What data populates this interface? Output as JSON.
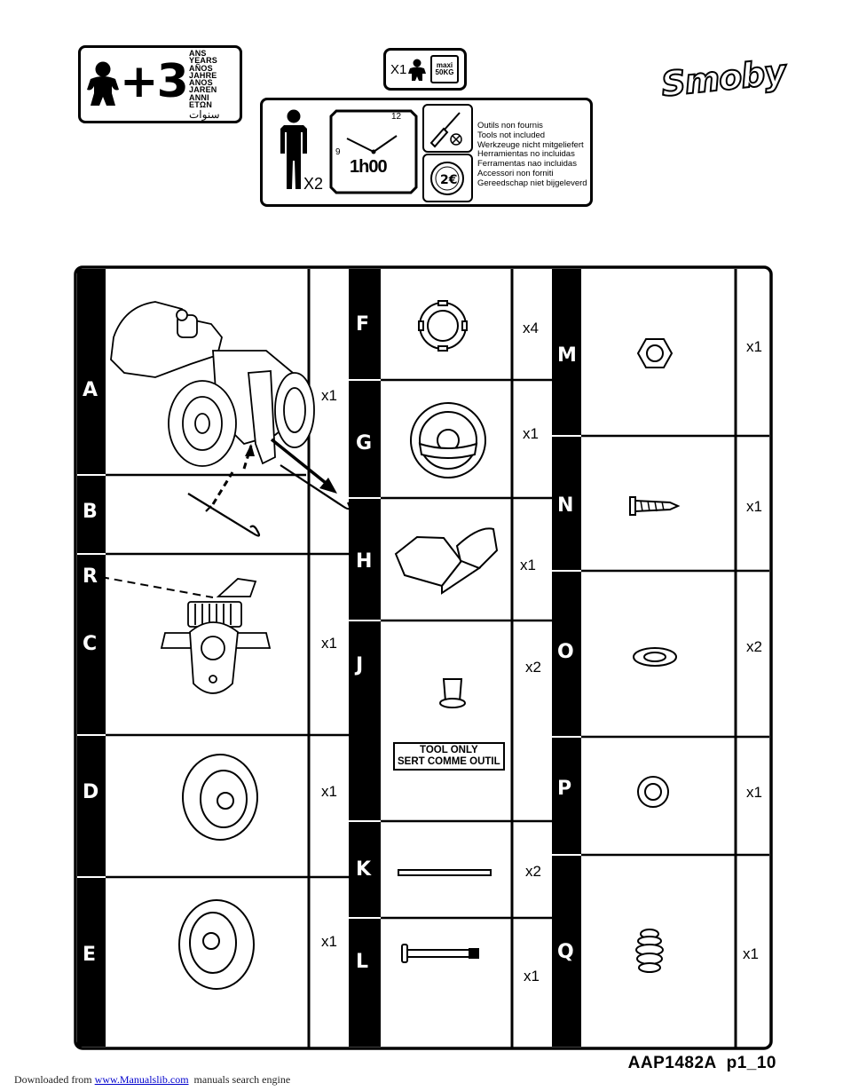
{
  "age_badge": {
    "age": "+3",
    "languages": [
      "ANS",
      "YEARS",
      "AÑOS",
      "JAHRE",
      "ANOS",
      "JAREN",
      "ANNI",
      "ETΩN",
      "سنوات"
    ]
  },
  "adult_badge": {
    "count": "X1",
    "max_weight": "maxi\n50KG"
  },
  "assembly": {
    "people_count": "X2",
    "time": "1h00",
    "clock_12": "12",
    "clock_9": "9",
    "tools_not_included": [
      "Outils non  fournis",
      "Tools not included",
      "Werkzeuge nicht mitgeliefert",
      "Herramientas no incluidas",
      "Ferramentas nao incluidas",
      "Accessori non forniti",
      "Gereedschap niet bijgeleverd"
    ]
  },
  "brand": {
    "logo_text": "Smoby"
  },
  "parts": {
    "col1": [
      {
        "letter": "A",
        "qty": "x1"
      },
      {
        "letter": "B",
        "qty": ""
      },
      {
        "letter": "R",
        "qty": ""
      },
      {
        "letter": "C",
        "qty": "x1"
      },
      {
        "letter": "D",
        "qty": "x1"
      },
      {
        "letter": "E",
        "qty": "x1"
      }
    ],
    "col2": [
      {
        "letter": "F",
        "qty": "x4"
      },
      {
        "letter": "G",
        "qty": "x1"
      },
      {
        "letter": "H",
        "qty": "x1"
      },
      {
        "letter": "J",
        "qty": "x2"
      },
      {
        "letter": "K",
        "qty": "x2"
      },
      {
        "letter": "L",
        "qty": "x1"
      }
    ],
    "col3": [
      {
        "letter": "M",
        "qty": "x1"
      },
      {
        "letter": "N",
        "qty": "x1"
      },
      {
        "letter": "O",
        "qty": "x2"
      },
      {
        "letter": "P",
        "qty": "x1"
      },
      {
        "letter": "Q",
        "qty": "x1"
      }
    ],
    "tool_only_label": [
      "TOOL ONLY",
      "SERT COMME OUTIL"
    ]
  },
  "footer": {
    "code": "AAP1482A  p1_10",
    "source_prefix": "Downloaded from ",
    "source_link": "www.Manualslib.com",
    "source_suffix": "  manuals search engine"
  }
}
